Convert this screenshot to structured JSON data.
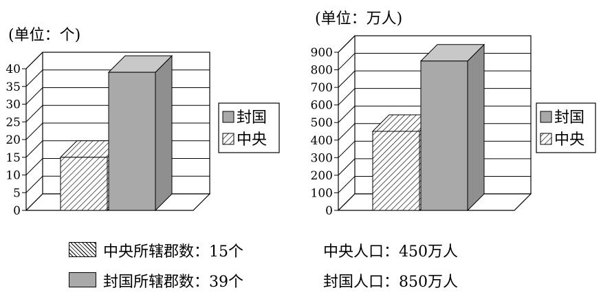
{
  "chart_data": [
    {
      "type": "bar",
      "unit_label": "(单位：个)",
      "ylim": [
        0,
        40
      ],
      "yticks": [
        "0",
        "5",
        "10",
        "15",
        "20",
        "25",
        "30",
        "35",
        "40"
      ],
      "series": [
        {
          "name": "中央",
          "value": 15,
          "pattern": "hatch"
        },
        {
          "name": "封国",
          "value": 39,
          "pattern": "gray"
        }
      ],
      "legend": [
        "封国",
        "中央"
      ],
      "legend_position": "right",
      "grid": true
    },
    {
      "type": "bar",
      "unit_label": "(单位：万人)",
      "ylim": [
        0,
        900
      ],
      "yticks": [
        "0",
        "100",
        "200",
        "300",
        "400",
        "500",
        "600",
        "700",
        "800",
        "900"
      ],
      "series": [
        {
          "name": "中央",
          "value": 450,
          "pattern": "hatch"
        },
        {
          "name": "封国",
          "value": 850,
          "pattern": "gray"
        }
      ],
      "legend": [
        "封国",
        "中央"
      ],
      "legend_position": "right",
      "grid": true
    }
  ],
  "captions": {
    "central_commanderies": "中央所辖郡数：15个",
    "fief_commanderies": "封国所辖郡数：39个",
    "central_population": "中央人口：450万人",
    "fief_population": "封国人口：850万人"
  },
  "colors": {
    "bar_gray": "#a9a9a9",
    "bar_top": "#c8c8c8",
    "bar_side": "#8f8f8f",
    "line": "#000000"
  }
}
